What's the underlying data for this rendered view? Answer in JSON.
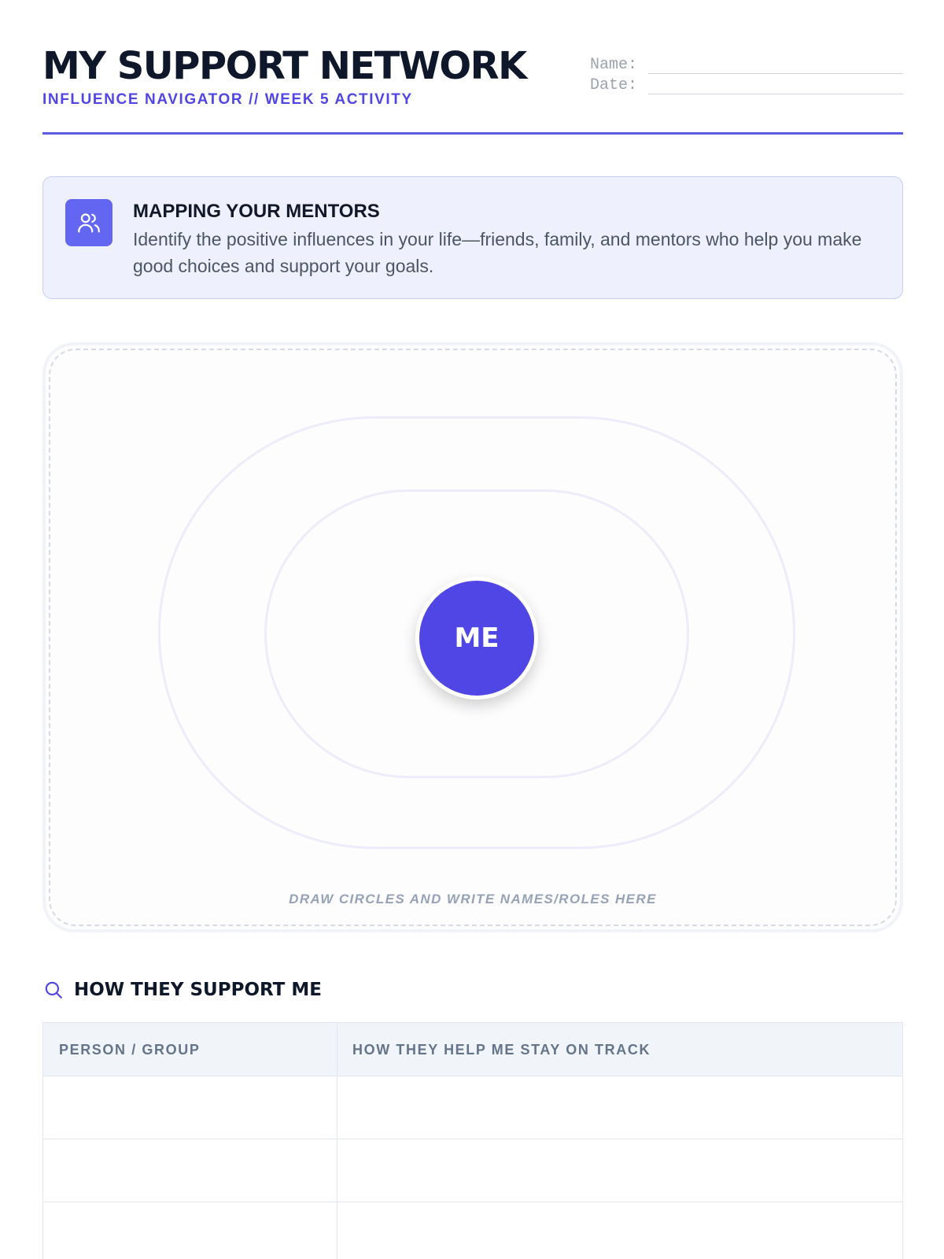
{
  "header": {
    "title": "MY SUPPORT NETWORK",
    "subtitle": "INFLUENCE NAVIGATOR // WEEK 5 ACTIVITY",
    "name_label": "Name:",
    "date_label": "Date:"
  },
  "info": {
    "icon": "users-icon",
    "heading": "MAPPING YOUR MENTORS",
    "text": "Identify the positive influences in your life—friends, family, and mentors who help you make good choices and support your goals."
  },
  "map": {
    "center_label": "ME",
    "hint": "DRAW CIRCLES AND WRITE NAMES/ROLES HERE"
  },
  "support_section": {
    "icon": "search-icon",
    "title": "HOW THEY SUPPORT ME"
  },
  "table": {
    "columns": [
      "PERSON / GROUP",
      "HOW THEY HELP ME STAY ON TRACK"
    ]
  },
  "colors": {
    "accent": "#4f46e5",
    "icon_bg": "#6366f1",
    "info_bg": "#eef0fe"
  }
}
